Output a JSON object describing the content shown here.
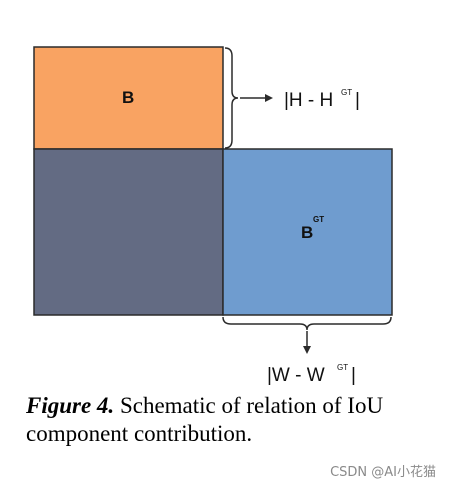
{
  "colors": {
    "box_b": "#f9a362",
    "box_bgt": "#6f9ccf",
    "overlap": "#636b83",
    "outline": "#2b2b2b"
  },
  "boxes": {
    "b": {
      "label": "B",
      "sup": ""
    },
    "bgt": {
      "label": "B",
      "sup": "GT"
    }
  },
  "annotations": {
    "height_diff": {
      "main": "|H - H",
      "sup": "GT",
      "close": "|"
    },
    "width_diff": {
      "main": "|W - W",
      "sup": "GT",
      "close": "|"
    }
  },
  "caption": {
    "label": "Figure 4.",
    "text": " Schematic of relation of IoU component contribution."
  },
  "watermark": "CSDN @AI小花猫"
}
